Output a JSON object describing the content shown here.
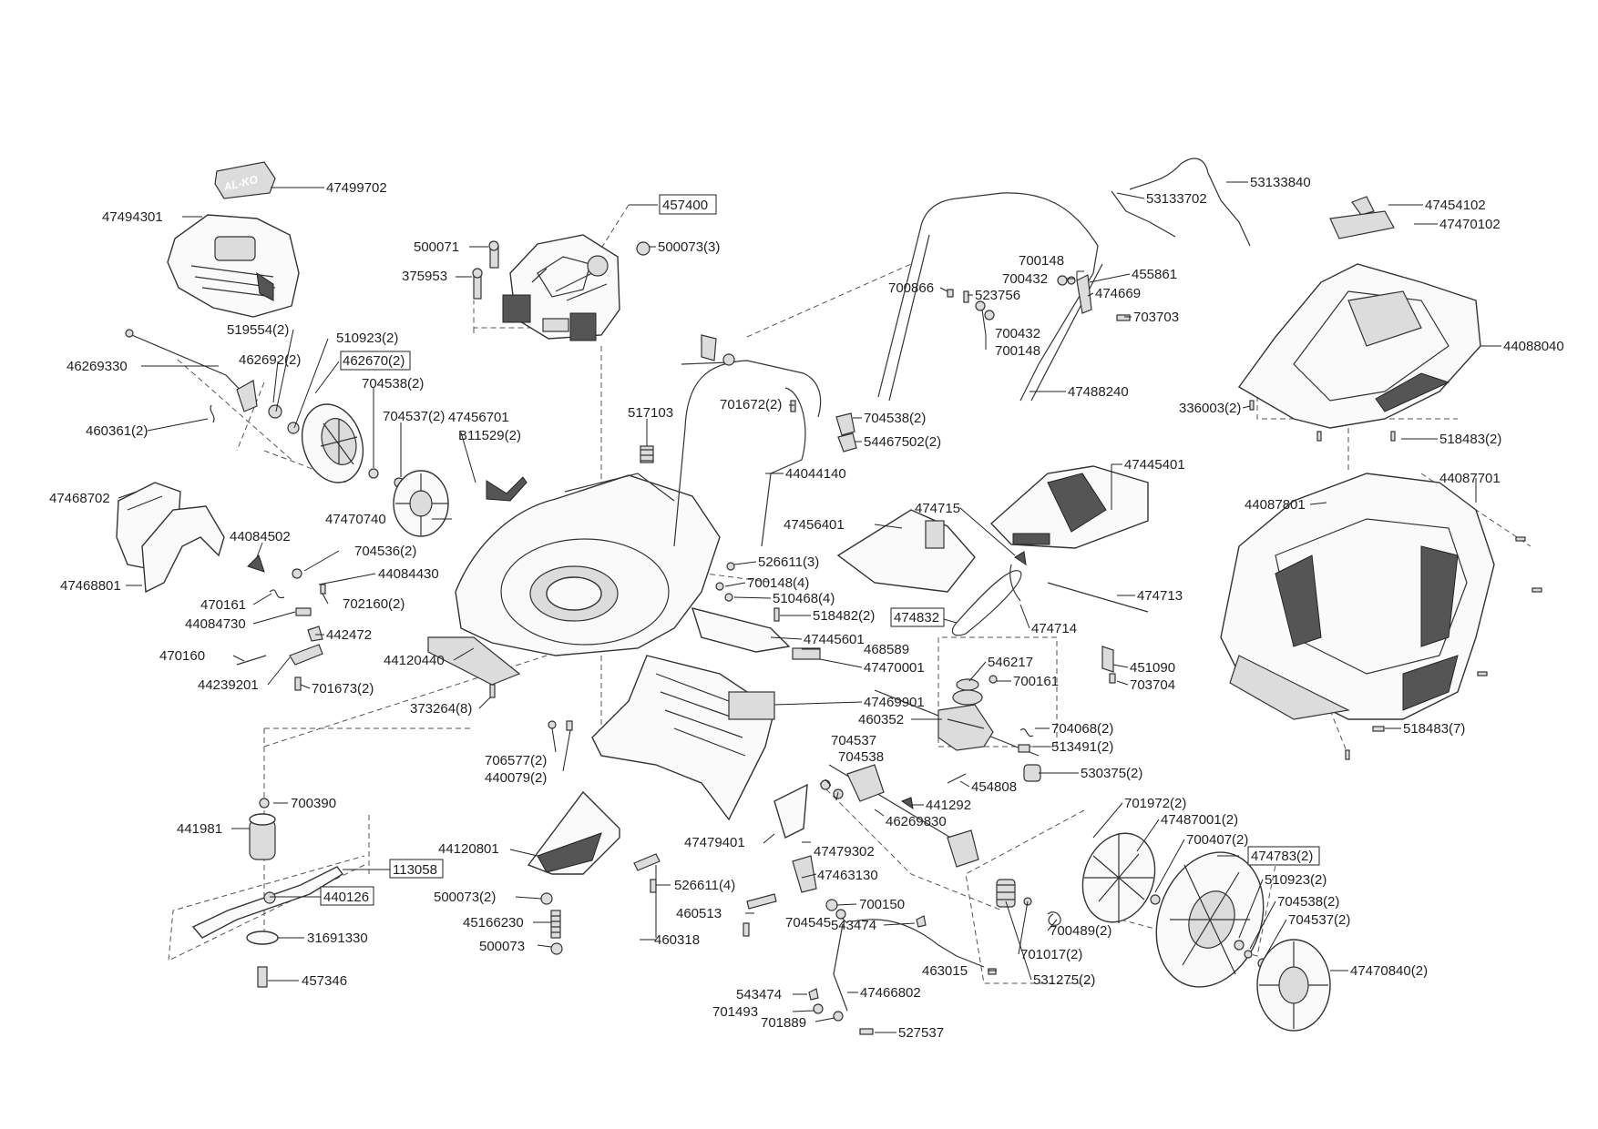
{
  "diagram": {
    "title": "AL-KO lawn mower exploded parts view",
    "logo_text": "AL-KO",
    "labels": {
      "l47499702": "47499702",
      "l47494301": "47494301",
      "l457400": "457400",
      "l500071": "500071",
      "l500073_3": "500073(3)",
      "l375953": "375953",
      "l519554": "519554(2)",
      "l510923a": "510923(2)",
      "l462692": "462692(2)",
      "l462670": "462670(2)",
      "l46269330": "46269330",
      "l704538a": "704538(2)",
      "l704537a": "704537(2)",
      "l47456701": "47456701",
      "lB11529": "B11529(2)",
      "l460361": "460361(2)",
      "l47470740": "47470740",
      "l47468702": "47468702",
      "l47468801": "47468801",
      "l44084502": "44084502",
      "l704536": "704536(2)",
      "l44084430": "44084430",
      "l470161": "470161",
      "l702160": "702160(2)",
      "l44084730": "44084730",
      "l442472": "442472",
      "l470160": "470160",
      "l44239201": "44239201",
      "l701673": "701673(2)",
      "l44120440": "44120440",
      "l373264": "373264(8)",
      "l517103": "517103",
      "l701672": "701672(2)",
      "l44044140": "44044140",
      "l526611_3": "526611(3)",
      "l700148_4": "700148(4)",
      "l510468": "510468(4)",
      "l518482": "518482(2)",
      "l47445601": "47445601",
      "l468589": "468589",
      "l47470001": "47470001",
      "l47469901": "47469901",
      "l706577": "706577(2)",
      "l440079": "440079(2)",
      "l700390": "700390",
      "l441981": "441981",
      "l113058": "113058",
      "l440126": "440126",
      "l31691330": "31691330",
      "l457346": "457346",
      "l44120801": "44120801",
      "l500073_2": "500073(2)",
      "l45166230": "45166230",
      "l500073": "500073",
      "l526611_4": "526611(4)",
      "l460513": "460513",
      "l460318": "460318",
      "l47479401": "47479401",
      "l47479302": "47479302",
      "l47463130": "47463130",
      "l700150": "700150",
      "l704545": "704545",
      "l543474a": "543474",
      "l543474b": "543474",
      "l701493": "701493",
      "l701889": "701889",
      "l47466802": "47466802",
      "l527537": "527537",
      "l463015": "463015",
      "l53133840": "53133840",
      "l53133702": "53133702",
      "l700148": "700148",
      "l700432": "700432",
      "l455861": "455861",
      "l474669": "474669",
      "l700866": "700866",
      "l523756": "523756",
      "l703703": "703703",
      "l700432b": "700432",
      "l700148b": "700148",
      "l47488240": "47488240",
      "l704538b": "704538(2)",
      "l54467502": "54467502(2)",
      "l47445401": "47445401",
      "l474715": "474715",
      "l47456401": "47456401",
      "l474713": "474713",
      "l474832": "474832",
      "l474714": "474714",
      "l546217": "546217",
      "l700161": "700161",
      "l451090": "451090",
      "l703704": "703704",
      "l460352": "460352",
      "l704068": "704068(2)",
      "l513491": "513491(2)",
      "l704537b": "704537",
      "l704538c": "704538",
      "l530375": "530375(2)",
      "l454808": "454808",
      "l441292": "441292",
      "l46269830": "46269830",
      "l701972": "701972(2)",
      "l47487001": "47487001(2)",
      "l700407": "700407(2)",
      "l474783": "474783(2)",
      "l510923b": "510923(2)",
      "l704538d": "704538(2)",
      "l704537c": "704537(2)",
      "l47470840": "47470840(2)",
      "l700489": "700489(2)",
      "l701017": "701017(2)",
      "l531275": "531275(2)",
      "l47454102": "47454102",
      "l47470102": "47470102",
      "l44088040": "44088040",
      "l336003": "336003(2)",
      "l518483a": "518483(2)",
      "l44087701": "44087701",
      "l44087801": "44087801",
      "l518483b": "518483(7)"
    }
  }
}
